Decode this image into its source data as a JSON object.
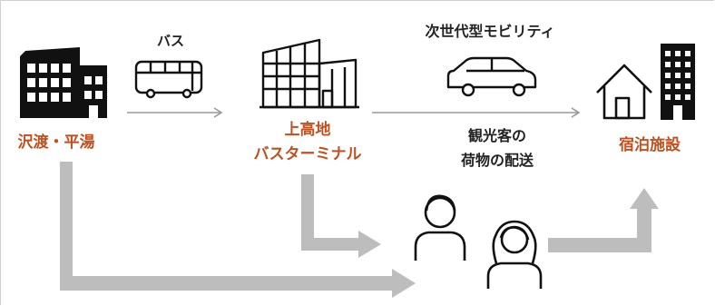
{
  "nodes": {
    "origin": "沢渡・平湯",
    "terminal_line1": "上高地",
    "terminal_line2": "バスターミナル",
    "lodging": "宿泊施設"
  },
  "edges": {
    "bus": "バス",
    "mobility": "次世代型モビリティ",
    "baggage_line1": "観光客の",
    "baggage_line2": "荷物の配送"
  },
  "colors": {
    "accent": "#c0501f",
    "text": "#222222",
    "line": "#9a9a9a",
    "flow_arrow": "#bdbdbd",
    "icon": "#111111"
  }
}
